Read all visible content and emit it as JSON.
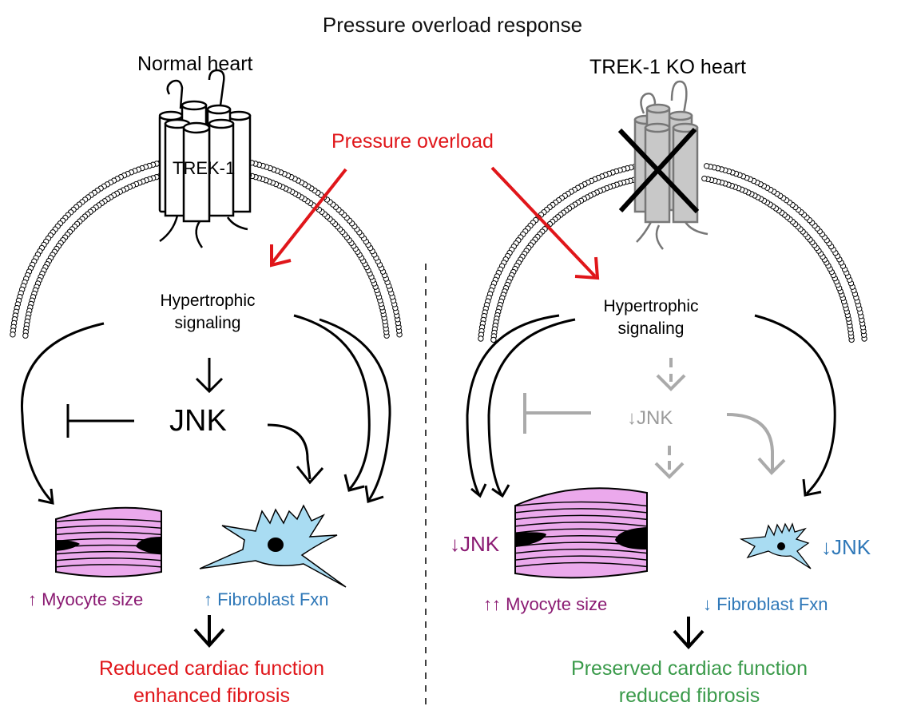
{
  "title": "Pressure overload response",
  "colors": {
    "red": "#e0161a",
    "purple": "#8a1a72",
    "blue": "#2f78b8",
    "green": "#3a9a4a",
    "gray": "#9b9b9b",
    "myocyte_fill": "#eba9ec",
    "fibroblast_fill": "#a9dcf2"
  },
  "stimulus_label": "Pressure overload",
  "left": {
    "heading": "Normal heart",
    "channel_label": "TREK-1",
    "signaling": [
      "Hypertrophic",
      "signaling"
    ],
    "jnk": "JNK",
    "myocyte_effect": {
      "arrow": "↑",
      "label": "Myocyte size"
    },
    "fibroblast_effect": {
      "arrow": "↑",
      "label": "Fibroblast Fxn"
    },
    "outcome": [
      "Reduced cardiac function",
      "enhanced fibrosis"
    ]
  },
  "right": {
    "heading": "TREK-1 KO heart",
    "signaling": [
      "Hypertrophic",
      "signaling"
    ],
    "jnk": "↓JNK",
    "myocyte_jnk": "↓JNK",
    "fibroblast_jnk": "↓JNK",
    "myocyte_effect": {
      "arrow": "↑↑",
      "label": "Myocyte size"
    },
    "fibroblast_effect": {
      "arrow": "↓",
      "label": "Fibroblast Fxn"
    },
    "outcome": [
      "Preserved cardiac function",
      "reduced fibrosis"
    ]
  }
}
